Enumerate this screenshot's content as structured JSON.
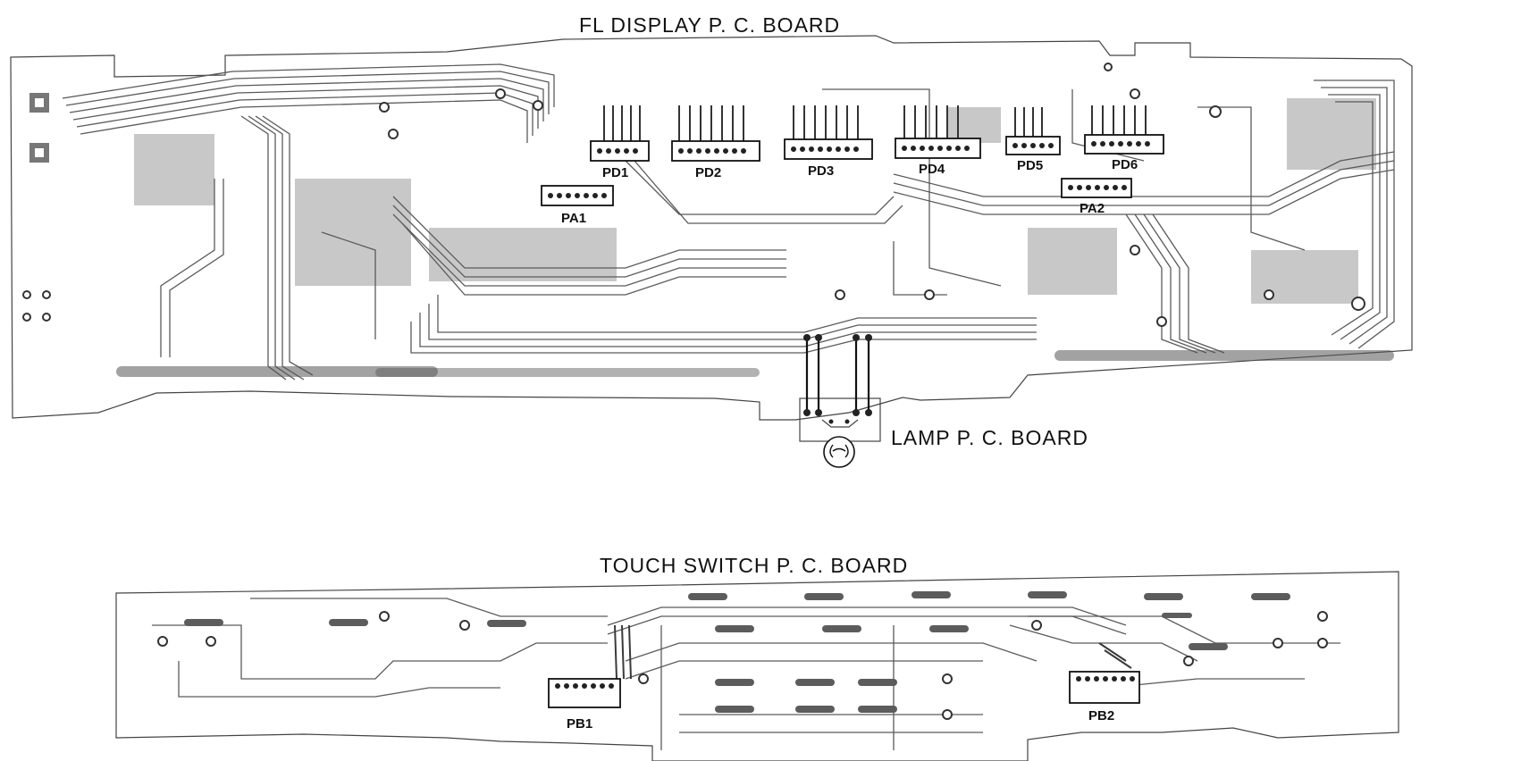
{
  "diagram": {
    "boards": {
      "fl_display": {
        "title": "FL DISPLAY P. C. BOARD"
      },
      "lamp": {
        "title": "LAMP P. C. BOARD"
      },
      "touch_switch": {
        "title": "TOUCH SWITCH P. C. BOARD"
      }
    },
    "connectors": {
      "pd1": "PD1",
      "pd2": "PD2",
      "pd3": "PD3",
      "pd4": "PD4",
      "pd5": "PD5",
      "pd6": "PD6",
      "pa1": "PA1",
      "pa2": "PA2",
      "pb1": "PB1",
      "pb2": "PB2"
    }
  }
}
